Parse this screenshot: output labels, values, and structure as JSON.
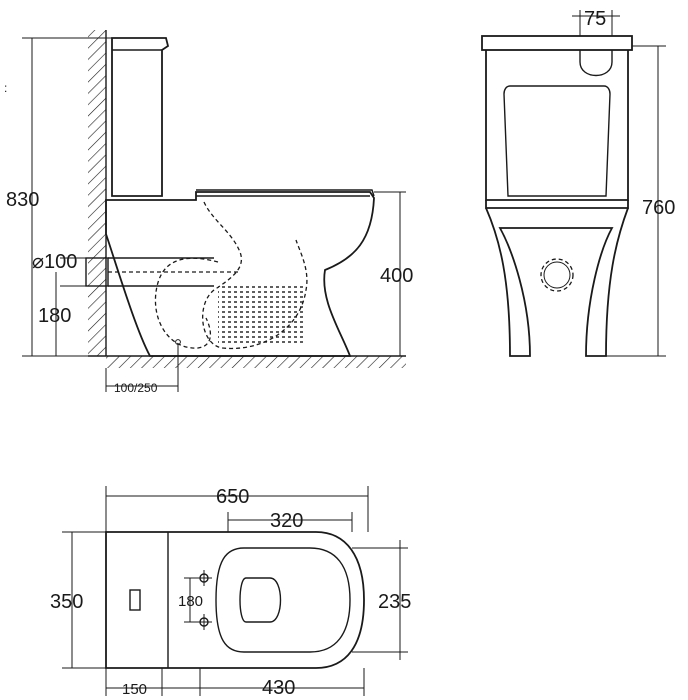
{
  "dimensions": {
    "side_height": "830",
    "pipe_diameter": "⌀100",
    "outlet_height": "180",
    "seat_height": "400",
    "set_out": "100/250",
    "front_height": "760",
    "front_inlet": "75",
    "total_length": "650",
    "bowl_length": "320",
    "total_width": "350",
    "fixing_spacing": "180",
    "bowl_width": "235",
    "tank_offset": "150",
    "base_length": "430"
  },
  "colors": {
    "line": "#1a1a1a",
    "background": "#ffffff"
  }
}
